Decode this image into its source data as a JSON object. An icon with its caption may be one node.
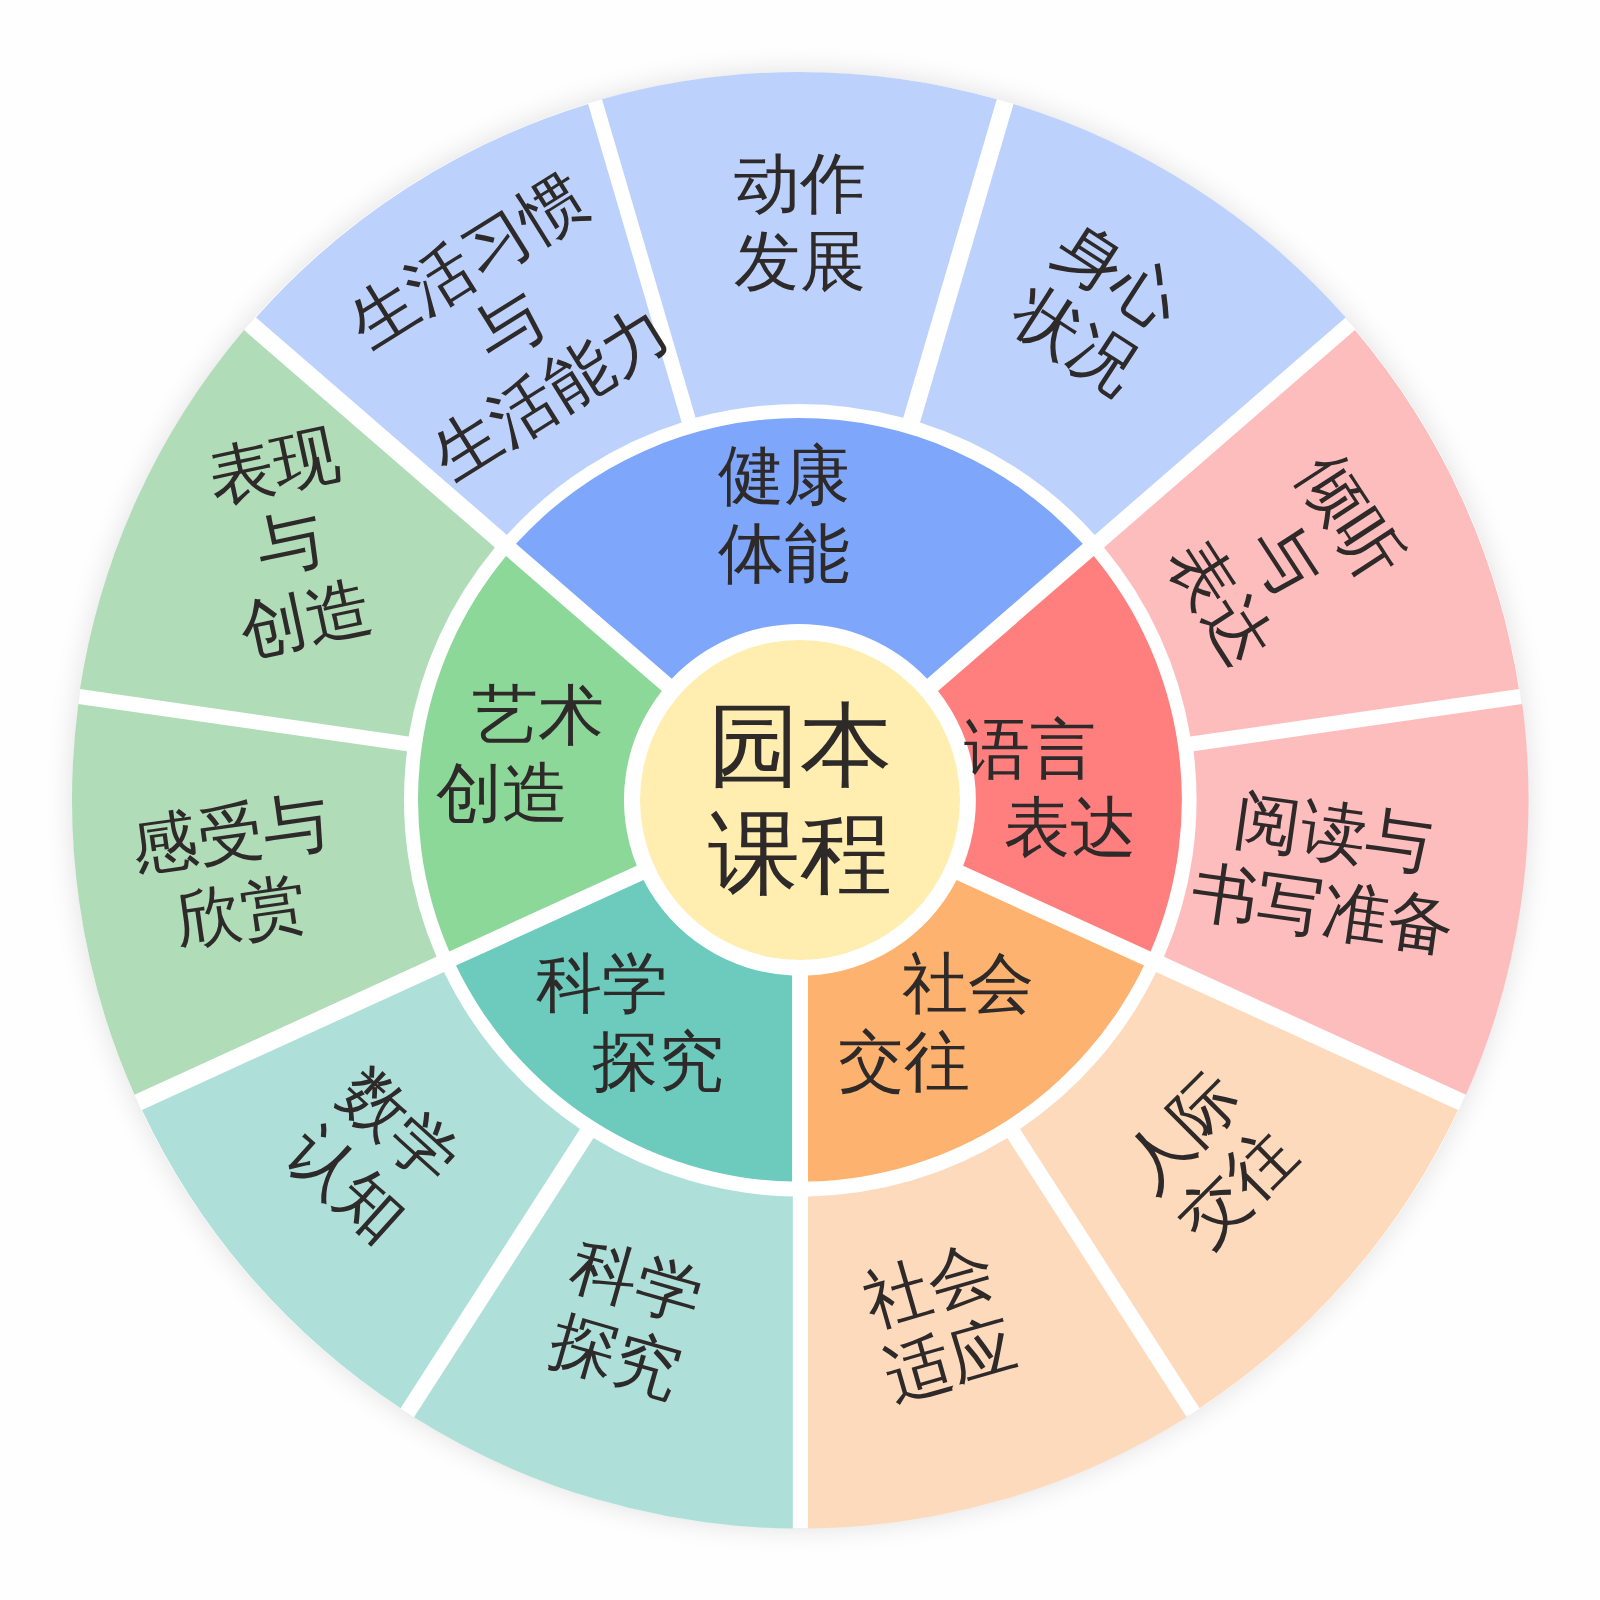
{
  "diagram": {
    "nodes": [
      {
        "text": [
          "园本课程"
        ]
      },
      {
        "text": [
          "健康体能"
        ]
      },
      {
        "text": [
          "语言表达"
        ]
      },
      {
        "text": [
          "社会交往"
        ]
      },
      {
        "text": [
          "科学探究"
        ]
      },
      {
        "text": [
          "艺术创造"
        ]
      },
      {
        "text": [
          "生活习惯与生活能力"
        ]
      },
      {
        "text": [
          "动作发展"
        ]
      },
      {
        "text": [
          "身心状况"
        ]
      },
      {
        "text": [
          "倾听与表达"
        ]
      },
      {
        "text": [
          "阅读与书写准备"
        ]
      },
      {
        "text": [
          "人际交往"
        ]
      },
      {
        "text": [
          "社会适应"
        ]
      },
      {
        "text": [
          "科学探究"
        ]
      },
      {
        "text": [
          "数学认知"
        ]
      },
      {
        "text": [
          "感受与欣赏"
        ]
      },
      {
        "text": [
          "表现与创造"
        ]
      }
    ]
  }
}
